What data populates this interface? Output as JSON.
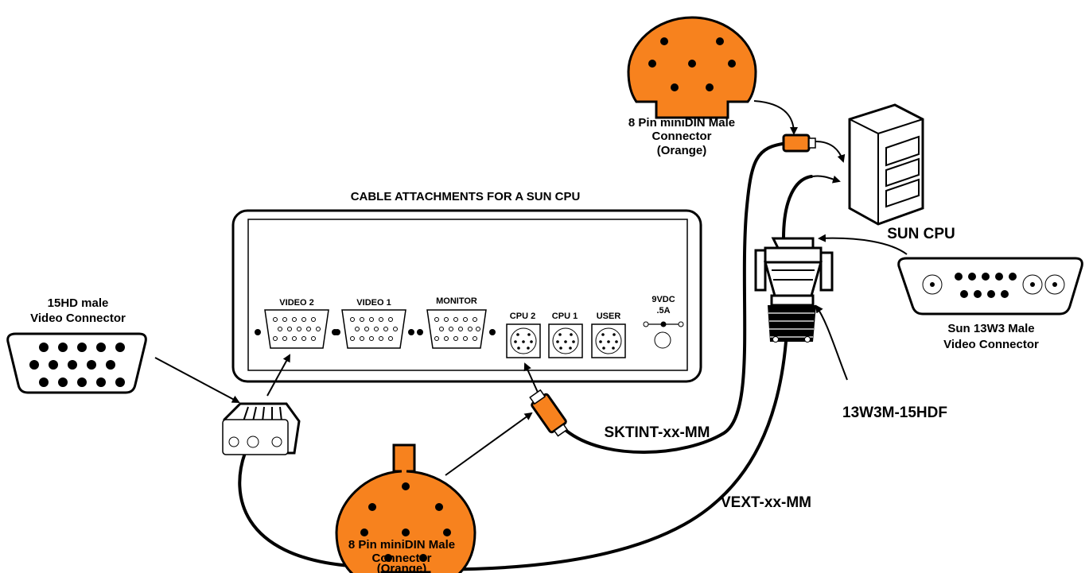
{
  "title": "CABLE ATTACHMENTS FOR A SUN CPU",
  "ports": {
    "video2": "VIDEO 2",
    "video1": "VIDEO 1",
    "monitor": "MONITOR",
    "cpu2": "CPU 2",
    "cpu1": "CPU 1",
    "user": "USER",
    "power_line1": "9VDC",
    "power_line2": ".5A"
  },
  "labels": {
    "hd15_line1": "15HD male",
    "hd15_line2": "Video Connector",
    "minidin_top_line1": "8 Pin miniDIN Male",
    "minidin_top_line2": "Connector",
    "minidin_top_line3": "(Orange)",
    "minidin_bottom_line1": "8 Pin miniDIN Male",
    "minidin_bottom_line2": "Connector",
    "minidin_bottom_line3": "(Orange)",
    "sun_cpu": "SUN CPU",
    "w3_line1": "Sun 13W3 Male",
    "w3_line2": "Video Connector",
    "adapter": "13W3M-15HDF",
    "sktint_cable": "SKTINT-xx-MM",
    "vext_cable": "VEXT-xx-MM"
  },
  "colors": {
    "connector_orange": "#f7821e",
    "line": "#000000",
    "background": "#ffffff"
  }
}
